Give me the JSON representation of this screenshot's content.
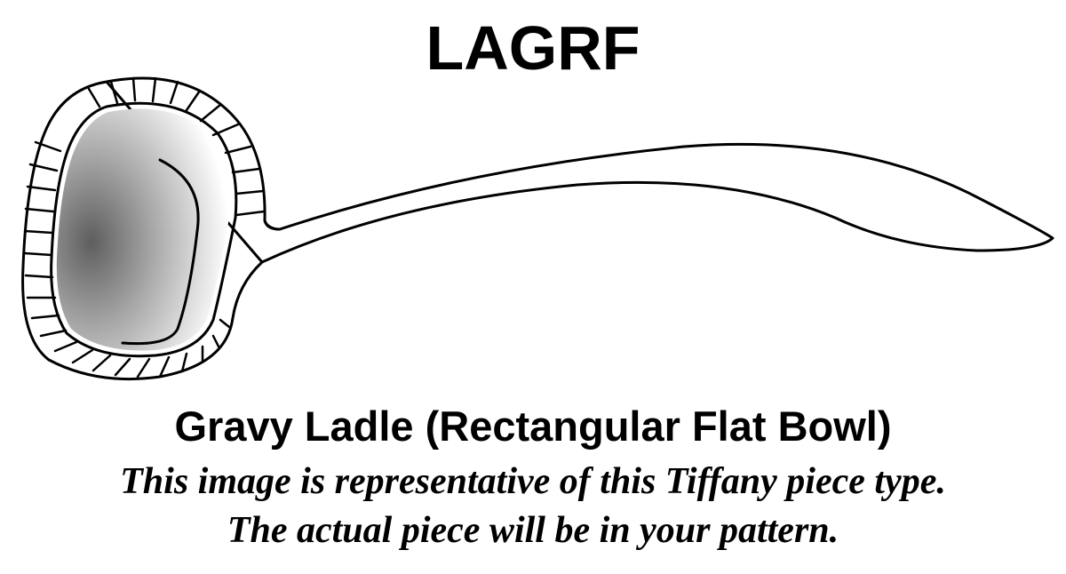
{
  "product_code": "LAGRF",
  "product_name": "Gravy Ladle (Rectangular Flat Bowl)",
  "disclaimer_line1": "This image is representative of this Tiffany piece type.",
  "disclaimer_line2": "The actual piece will be in your pattern.",
  "illustration_icon": "gravy-ladle-drawing",
  "colors": {
    "ink": "#000000",
    "background": "#ffffff"
  }
}
